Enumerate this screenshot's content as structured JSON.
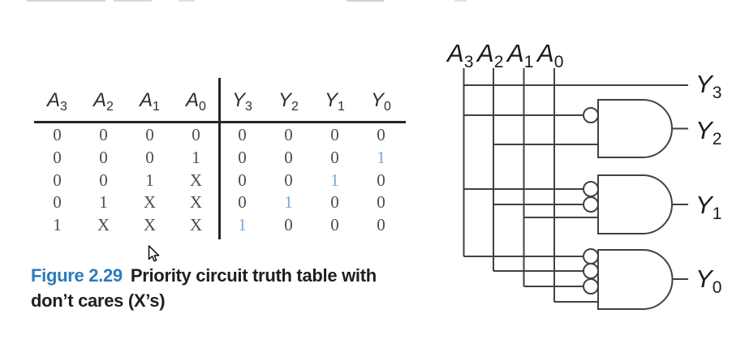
{
  "figure": {
    "label": "Figure 2.29",
    "caption_line1": "Priority circuit truth table with",
    "caption_line2": "don’t cares (X’s)"
  },
  "colors": {
    "accent_blue": "#2e7bbd",
    "value_blue": "#7ba6d0",
    "table_ink": "#4d4d4d",
    "wire": "#414141"
  },
  "truth_table": {
    "input_headers": [
      {
        "name": "A",
        "sub": "3"
      },
      {
        "name": "A",
        "sub": "2"
      },
      {
        "name": "A",
        "sub": "1"
      },
      {
        "name": "A",
        "sub": "0"
      }
    ],
    "output_headers": [
      {
        "name": "Y",
        "sub": "3"
      },
      {
        "name": "Y",
        "sub": "2"
      },
      {
        "name": "Y",
        "sub": "1"
      },
      {
        "name": "Y",
        "sub": "0"
      }
    ],
    "rows": [
      {
        "inputs": [
          "0",
          "0",
          "0",
          "0"
        ],
        "outputs": [
          "0",
          "0",
          "0",
          "0"
        ],
        "blue_output_index": null
      },
      {
        "inputs": [
          "0",
          "0",
          "0",
          "1"
        ],
        "outputs": [
          "0",
          "0",
          "0",
          "1"
        ],
        "blue_output_index": 3
      },
      {
        "inputs": [
          "0",
          "0",
          "1",
          "X"
        ],
        "outputs": [
          "0",
          "0",
          "1",
          "0"
        ],
        "blue_output_index": 2
      },
      {
        "inputs": [
          "0",
          "1",
          "X",
          "X"
        ],
        "outputs": [
          "0",
          "1",
          "0",
          "0"
        ],
        "blue_output_index": 1
      },
      {
        "inputs": [
          "1",
          "X",
          "X",
          "X"
        ],
        "outputs": [
          "1",
          "0",
          "0",
          "0"
        ],
        "blue_output_index": 0
      }
    ]
  },
  "circuit": {
    "input_labels": [
      {
        "name": "A",
        "sub": "3"
      },
      {
        "name": "A",
        "sub": "2"
      },
      {
        "name": "A",
        "sub": "1"
      },
      {
        "name": "A",
        "sub": "0"
      }
    ],
    "output_labels": [
      {
        "name": "Y",
        "sub": "3"
      },
      {
        "name": "Y",
        "sub": "2"
      },
      {
        "name": "Y",
        "sub": "1"
      },
      {
        "name": "Y",
        "sub": "0"
      }
    ],
    "gates": [
      {
        "output": "Y3",
        "kind": "direct-wire",
        "inputs": [
          {
            "from": "A3",
            "inverted": false
          }
        ]
      },
      {
        "output": "Y2",
        "kind": "and",
        "inputs": [
          {
            "from": "A3",
            "inverted": true
          },
          {
            "from": "A2",
            "inverted": false
          }
        ]
      },
      {
        "output": "Y1",
        "kind": "and",
        "inputs": [
          {
            "from": "A3",
            "inverted": true
          },
          {
            "from": "A2",
            "inverted": true
          },
          {
            "from": "A1",
            "inverted": false
          }
        ]
      },
      {
        "output": "Y0",
        "kind": "and",
        "inputs": [
          {
            "from": "A3",
            "inverted": true
          },
          {
            "from": "A2",
            "inverted": true
          },
          {
            "from": "A1",
            "inverted": true
          },
          {
            "from": "A0",
            "inverted": false
          }
        ]
      }
    ]
  }
}
